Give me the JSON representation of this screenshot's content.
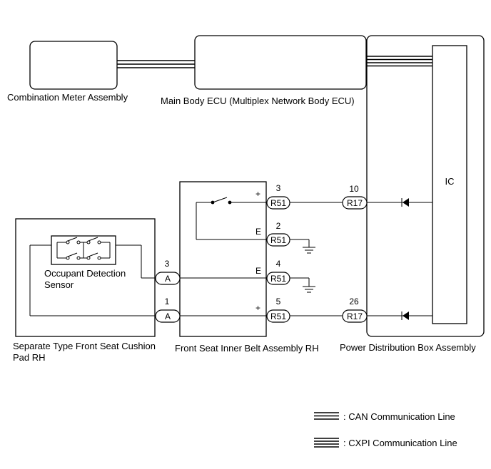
{
  "components": {
    "combination_meter": "Combination Meter Assembly",
    "main_body_ecu": "Main Body ECU (Multiplex Network Body ECU)",
    "power_distribution_box": "Power Distribution Box Assembly",
    "ic": "IC",
    "front_seat_inner_belt": "Front Seat Inner Belt Assembly RH",
    "cushion_pad_line1": "Separate Type Front Seat Cushion",
    "cushion_pad_line2": "Pad RH",
    "occupant_sensor_line1": "Occupant Detection",
    "occupant_sensor_line2": "Sensor"
  },
  "connectors": {
    "r51_pin3": {
      "code": "R51",
      "pin": "3",
      "sign": "+"
    },
    "r51_pin2": {
      "code": "R51",
      "pin": "2",
      "sign": "E"
    },
    "r51_pin4": {
      "code": "R51",
      "pin": "4",
      "sign": "E"
    },
    "r51_pin5": {
      "code": "R51",
      "pin": "5",
      "sign": "+"
    },
    "a_pin3": {
      "code": "A",
      "pin": "3"
    },
    "a_pin1": {
      "code": "A",
      "pin": "1"
    },
    "r17_pin10": {
      "code": "R17",
      "pin": "10"
    },
    "r17_pin26": {
      "code": "R17",
      "pin": "26"
    }
  },
  "legend": {
    "can_label": ": CAN Communication Line",
    "cxpi_label": ": CXPI Communication Line"
  }
}
